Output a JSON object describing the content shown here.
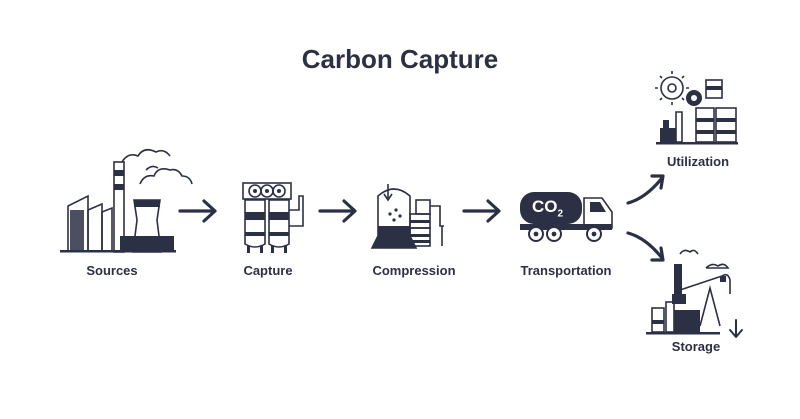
{
  "title": "Carbon Capture",
  "stages": {
    "sources": "Sources",
    "capture": "Capture",
    "compression": "Compression",
    "transportation": "Transportation",
    "utilization": "Utilization",
    "storage": "Storage"
  },
  "truck_label": "CO",
  "truck_subscript": "2",
  "colors": {
    "ink": "#2b3045",
    "background": "#ffffff"
  }
}
